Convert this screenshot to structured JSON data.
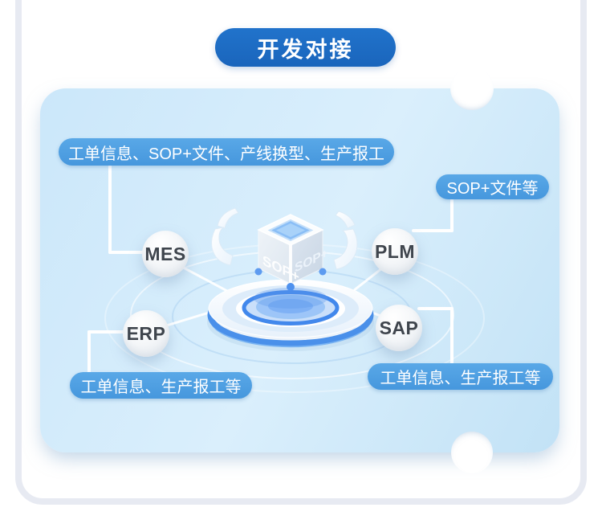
{
  "header": {
    "title": "开发对接"
  },
  "diagram": {
    "cube": {
      "face_left": "SOP+",
      "face_right": "SOP+"
    },
    "nodes": {
      "mes": "MES",
      "plm": "PLM",
      "erp": "ERP",
      "sap": "SAP"
    },
    "pills": {
      "mes": "工单信息、SOP+文件、产线换型、生产报工",
      "plm": "SOP+文件等",
      "erp": "工单信息、生产报工等",
      "sap": "工单信息、生产报工等"
    },
    "colors": {
      "title_pill_bg": "#1d6cc3",
      "info_pill_bg": "#4d9fe0",
      "card_bg": "#d2eafb",
      "frame_border": "#e7eaf2",
      "node_label": "#3f454d",
      "connector": "#ffffff",
      "platform_blue": "#4a90ea"
    }
  }
}
